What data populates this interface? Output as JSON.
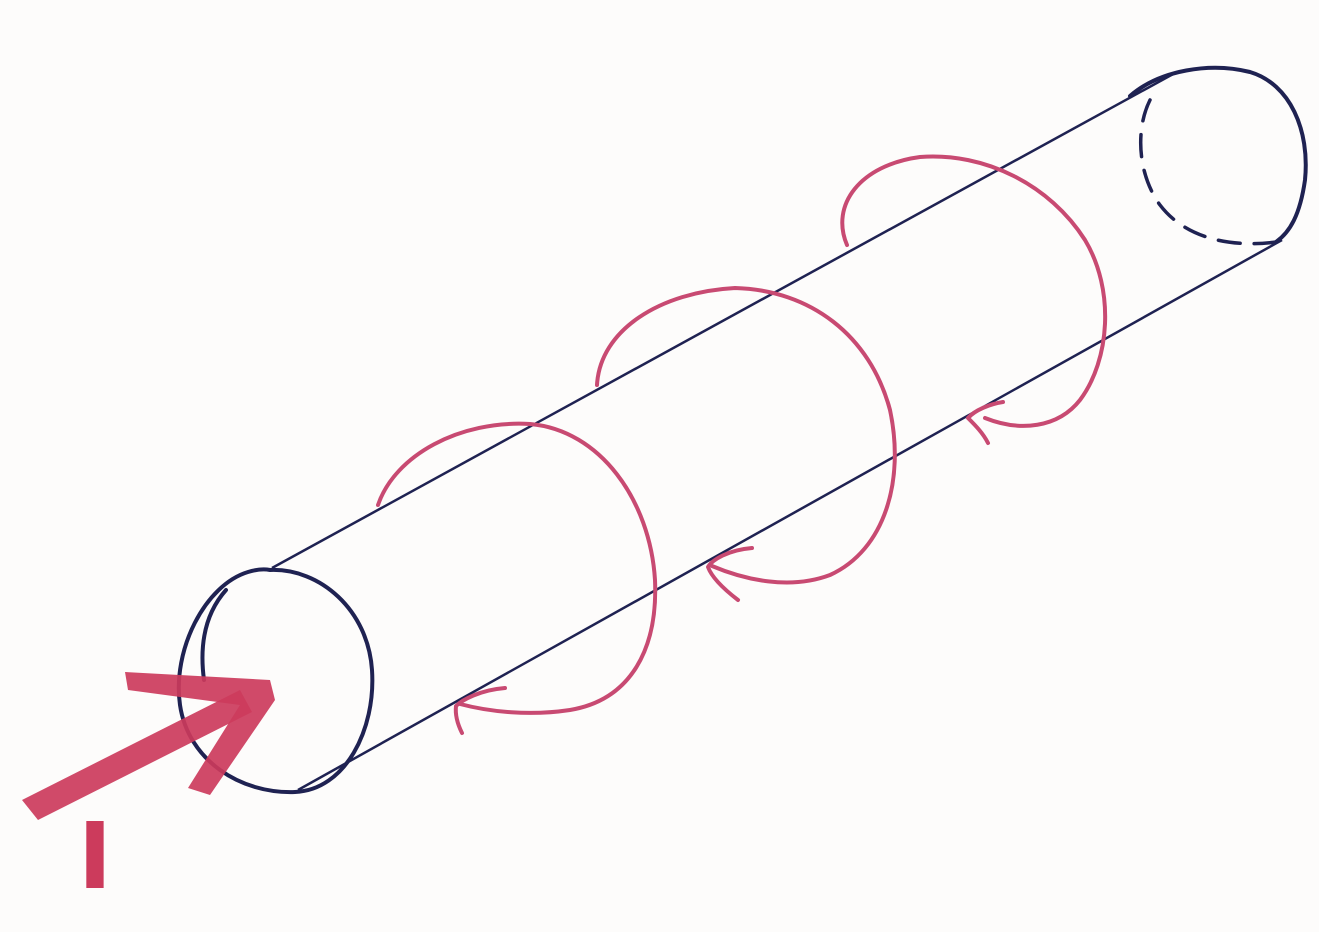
{
  "diagram": {
    "current_label": "I",
    "colors": {
      "conductor_ink": "#1f2252",
      "field_ink": "#c84a72",
      "current_arrow": "#cc3b5c",
      "paper": "#fdfcfb"
    },
    "parts": {
      "conductor": "cylindrical-wire",
      "current_arrow": "current-direction-arrow",
      "field_loops": 3
    }
  }
}
